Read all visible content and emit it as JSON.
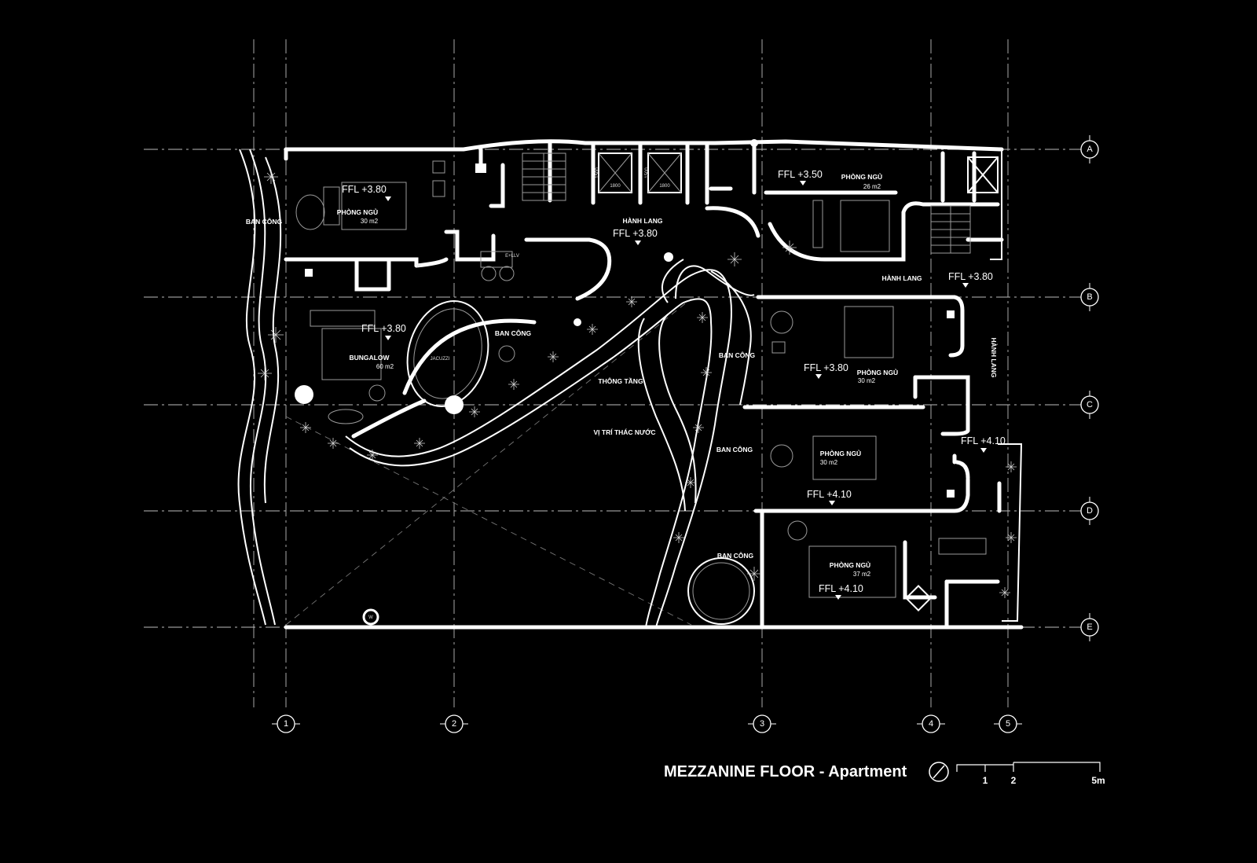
{
  "drawing": {
    "title": "MEZZANINE FLOOR - Apartment",
    "scale_labels": [
      "1",
      "2",
      "5m"
    ]
  },
  "grid": {
    "columns": [
      "1",
      "2",
      "3",
      "4",
      "5"
    ],
    "rows": [
      "A",
      "B",
      "C",
      "D",
      "E"
    ]
  },
  "rooms": [
    {
      "name": "PHÒNG NGỦ",
      "area": "30 m2",
      "ffl": "FFL  +3.80"
    },
    {
      "name": "PHÒNG NGỦ",
      "area": "26 m2",
      "ffl": "FFL  +3.50"
    },
    {
      "name": "BUNGALOW",
      "area": "60 m2",
      "ffl": "FFL  +3.80"
    },
    {
      "name": "PHÒNG NGỦ",
      "area": "30 m2",
      "ffl": "FFL  +3.80"
    },
    {
      "name": "PHÒNG NGỦ",
      "area": "30 m2",
      "ffl": "FFL  +4.10"
    },
    {
      "name": "PHÒNG NGỦ",
      "area": "37 m2",
      "ffl": "FFL  +4.10"
    }
  ],
  "labels": {
    "corridor_center": "HÀNH LANG",
    "corridor_center_ffl": "FFL  +3.80",
    "corridor_right": "HÀNH LANG",
    "corridor_right_ffl": "FFL  +3.80",
    "corridor_vertical": "HÀNH LANG",
    "corridor_lower_ffl": "FFL  +4.10",
    "balcony_left": "BAN CÔNG",
    "balcony_bungalow": "BAN CÔNG",
    "balcony_mid": "BAN CÔNG",
    "balcony_lower": "BAN CÔNG",
    "balcony_bottom": "BAN CÔNG",
    "jacuzzi": "JACUZZI",
    "void": "THÔNG TẦNG",
    "waterfall": "VỊ TRÍ THÁC NƯỚC",
    "elevator_dim_1": "1800",
    "elevator_dim_2": "1800",
    "elevator_side_1": "1500",
    "elevator_side_2": "1500",
    "kitchen_tag": "E+LLV",
    "wc_tag": "W",
    "waste_tag": "W"
  },
  "colors": {
    "background": "#000000",
    "linework": "#ffffff",
    "grid": "#bbbbbb"
  }
}
